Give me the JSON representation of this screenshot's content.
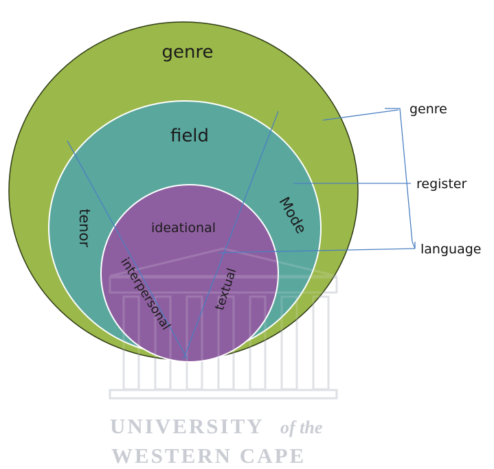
{
  "diagram": {
    "circles": {
      "genre": {
        "label": "genre",
        "fill": "#9bb84a"
      },
      "register": {
        "label": "field",
        "fill": "#5aa79e"
      },
      "language": {
        "label": "ideational",
        "fill": "#8e5fa0"
      }
    },
    "register_labels": {
      "tenor": "tenor",
      "mode": "Mode"
    },
    "language_labels": {
      "interpersonal": "interpersonal",
      "textual": "textual"
    },
    "side_labels": {
      "genre": "genre",
      "register": "register",
      "language": "language"
    },
    "connector_color": "#4a7fc1",
    "watermark": {
      "line1_main": "UNIVERSITY",
      "line1_italic": "of the",
      "line2": "WESTERN CAPE",
      "color": "#c9ccd3"
    }
  }
}
